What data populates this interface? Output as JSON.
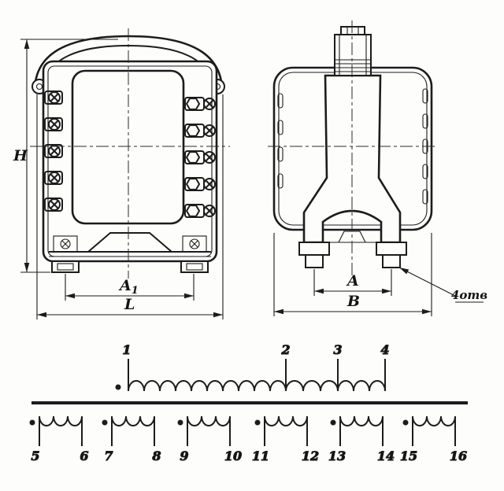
{
  "figure_type": "transformer-engineering-drawing-with-winding-schematic",
  "colors": {
    "ink": "#1c1c1c",
    "background": "#fdfdfc"
  },
  "dimensions": {
    "height": "H",
    "a1_base": "A",
    "a1_sub": "1",
    "length": "L",
    "a": "A",
    "b": "B",
    "holes_note": "4отв"
  },
  "schematic": {
    "primary_taps": [
      "1",
      "2",
      "3",
      "4"
    ],
    "secondary_terminals": [
      "5",
      "6",
      "7",
      "8",
      "9",
      "10",
      "11",
      "12",
      "13",
      "14",
      "15",
      "16"
    ]
  }
}
